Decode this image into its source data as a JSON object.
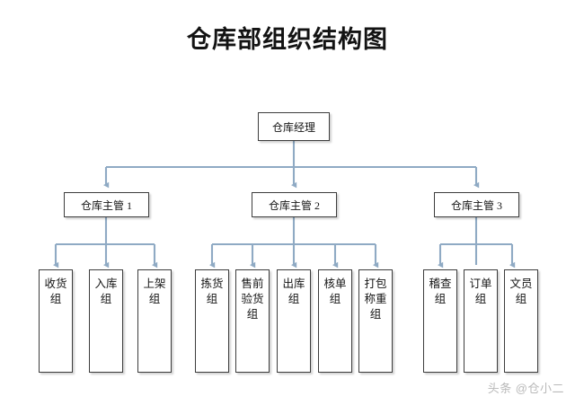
{
  "title": "仓库部组织结构图",
  "watermark": "头条 @仓小二",
  "colors": {
    "connector": "#8FAAC4",
    "box_border": "#3d3d3d",
    "box_fill": "#ffffff",
    "title_text": "#131313",
    "watermark_text": "#b9b9b9",
    "background": "#ffffff"
  },
  "org": {
    "root": {
      "label": "仓库经理",
      "level": 1
    },
    "managers": [
      {
        "label": "仓库主管 1",
        "level": 2
      },
      {
        "label": "仓库主管 2",
        "level": 2
      },
      {
        "label": "仓库主管 3",
        "level": 2
      }
    ],
    "teams": [
      {
        "label": "收货组",
        "parent": "仓库主管 1",
        "level": 3
      },
      {
        "label": "入库组",
        "parent": "仓库主管 1",
        "level": 3
      },
      {
        "label": "上架组",
        "parent": "仓库主管 1",
        "level": 3
      },
      {
        "label": "拣货组",
        "parent": "仓库主管 2",
        "level": 3
      },
      {
        "label": "售前验货组",
        "parent": "仓库主管 2",
        "level": 3
      },
      {
        "label": "出库组",
        "parent": "仓库主管 2",
        "level": 3
      },
      {
        "label": "核单组",
        "parent": "仓库主管 2",
        "level": 3
      },
      {
        "label": "打包称重组",
        "parent": "仓库主管 2",
        "level": 3
      },
      {
        "label": "稽查组",
        "parent": "仓库主管 3",
        "level": 3
      },
      {
        "label": "订单组",
        "parent": "仓库主管 3",
        "level": 3
      },
      {
        "label": "文员组",
        "parent": "仓库主管 3",
        "level": 3
      }
    ]
  }
}
